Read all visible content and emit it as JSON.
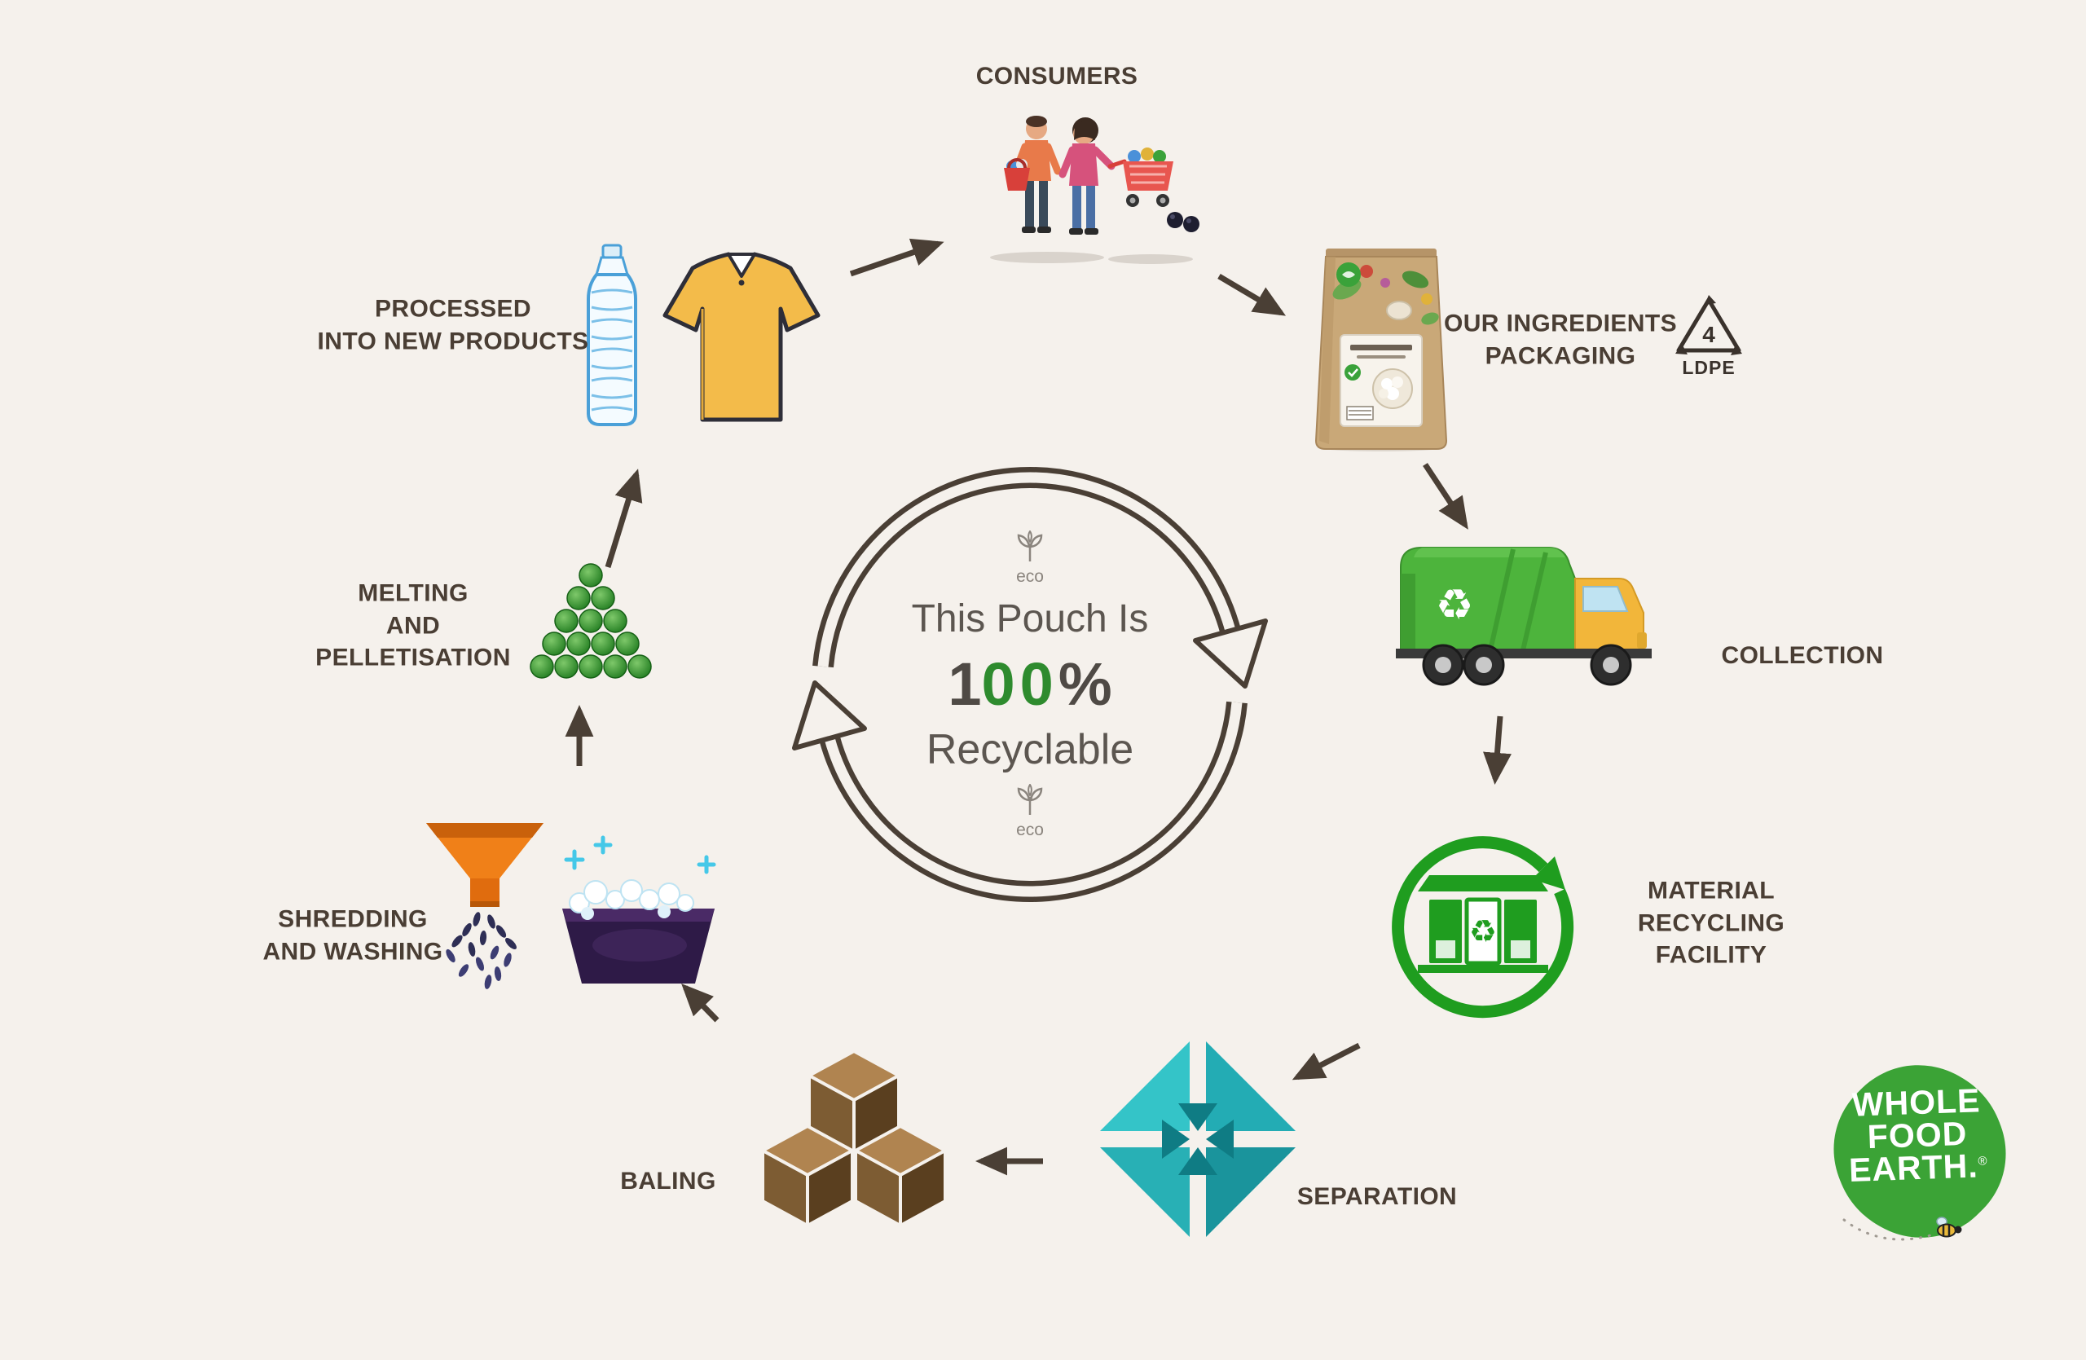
{
  "center": {
    "eco": "eco",
    "line1": "This Pouch Is",
    "percent_prefix": "1",
    "percent_zeros": "00",
    "percent_suffix": "%",
    "line2": "Recyclable"
  },
  "stages": {
    "consumers": {
      "label": "CONSUMERS"
    },
    "packaging": {
      "label": "OUR INGREDIENTS\nPACKAGING"
    },
    "collection": {
      "label": "COLLECTION"
    },
    "mrf": {
      "label": "MATERIAL\nRECYCLING\nFACILITY"
    },
    "separation": {
      "label": "SEPARATION"
    },
    "baling": {
      "label": "BALING"
    },
    "shredding": {
      "label": "SHREDDING\nAND WASHING"
    },
    "melting": {
      "label": "MELTING\nAND\nPELLETISATION"
    },
    "processed": {
      "label": "PROCESSED\nINTO NEW PRODUCTS"
    }
  },
  "ldpe": {
    "number": "4",
    "label": "LDPE"
  },
  "glyphs": {
    "recycle": "♻"
  },
  "logo": {
    "line1": "WHOLE",
    "line2": "FOOD",
    "line3": "EARTH.",
    "registered": "®"
  },
  "colors": {
    "background": "#f5f1ec",
    "arrow": "#4a3f35",
    "label_text": "#4a3e34",
    "accent_green": "#2e8b2e",
    "mrf_green": "#1f9d1f",
    "truck_green": "#4db43c",
    "teal": "#2ab3b8",
    "pouch_kraft": "#c9a878",
    "funnel_orange": "#f08018",
    "bale_brown": "#7d5c33"
  }
}
